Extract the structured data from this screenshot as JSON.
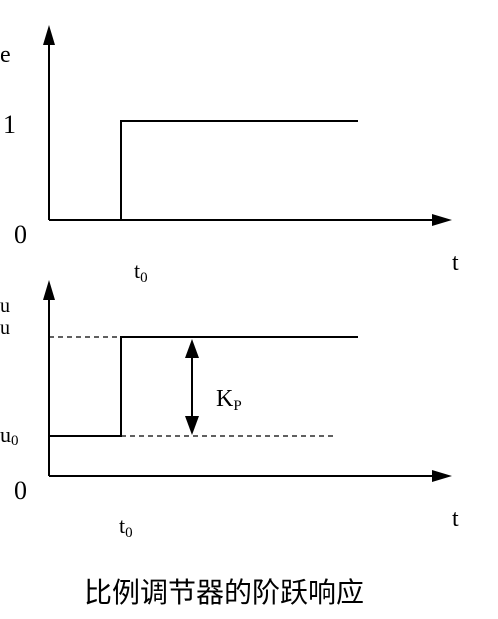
{
  "top_plot": {
    "y_axis_label": "e",
    "x_axis_label": "t",
    "level_high": "1",
    "origin_label": "0",
    "step_time_base": "t",
    "step_time_sub": "0"
  },
  "bottom_plot": {
    "y_axis_label": "u",
    "x_axis_label": "t",
    "upper_level_label": "u",
    "lower_level_base": "u",
    "lower_level_sub": "0",
    "origin_label": "0",
    "gain_base": "K",
    "gain_sub": "P",
    "step_time_base": "t",
    "step_time_sub": "0"
  },
  "caption": "比例调节器的阶跃响应"
}
